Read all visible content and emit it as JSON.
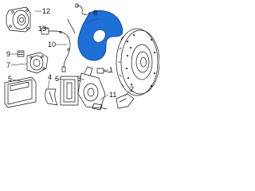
{
  "callouts": {
    "c1": "1",
    "c2": "2",
    "c3": "3",
    "c4": "4",
    "c5": "5",
    "c6": "6",
    "c7": "7",
    "c8": "8",
    "c9": "9",
    "c10": "10",
    "c11": "11",
    "c12": "12",
    "c13": "13"
  },
  "colors": {
    "line": "#111111",
    "highlight": "#1f6fd6",
    "highlight_stroke": "#0b3e86"
  }
}
